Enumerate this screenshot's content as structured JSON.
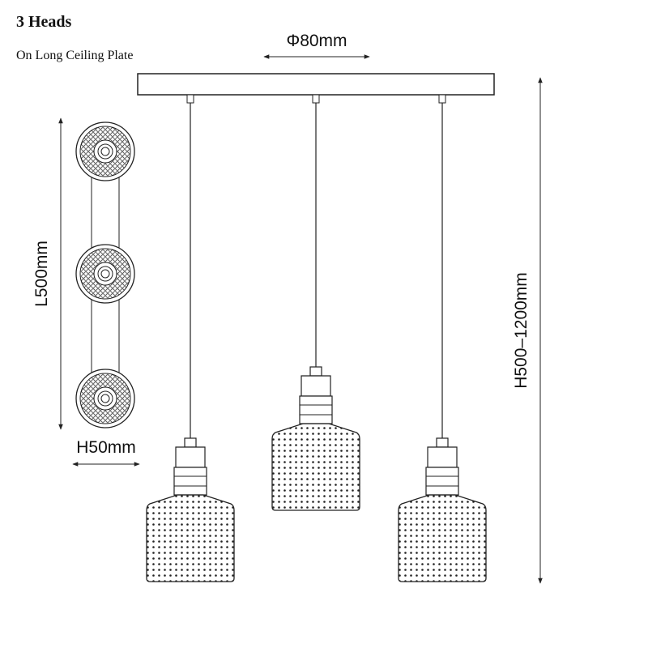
{
  "title": "3 Heads",
  "subtitle": "On Long Ceiling Plate",
  "dimensions": {
    "plate_diameter": "Φ80mm",
    "length": "L500mm",
    "height": "H50mm",
    "hang_height": "H500–1200mm"
  },
  "heads_count": 3,
  "colors": {
    "line": "#222222",
    "background": "#ffffff"
  }
}
